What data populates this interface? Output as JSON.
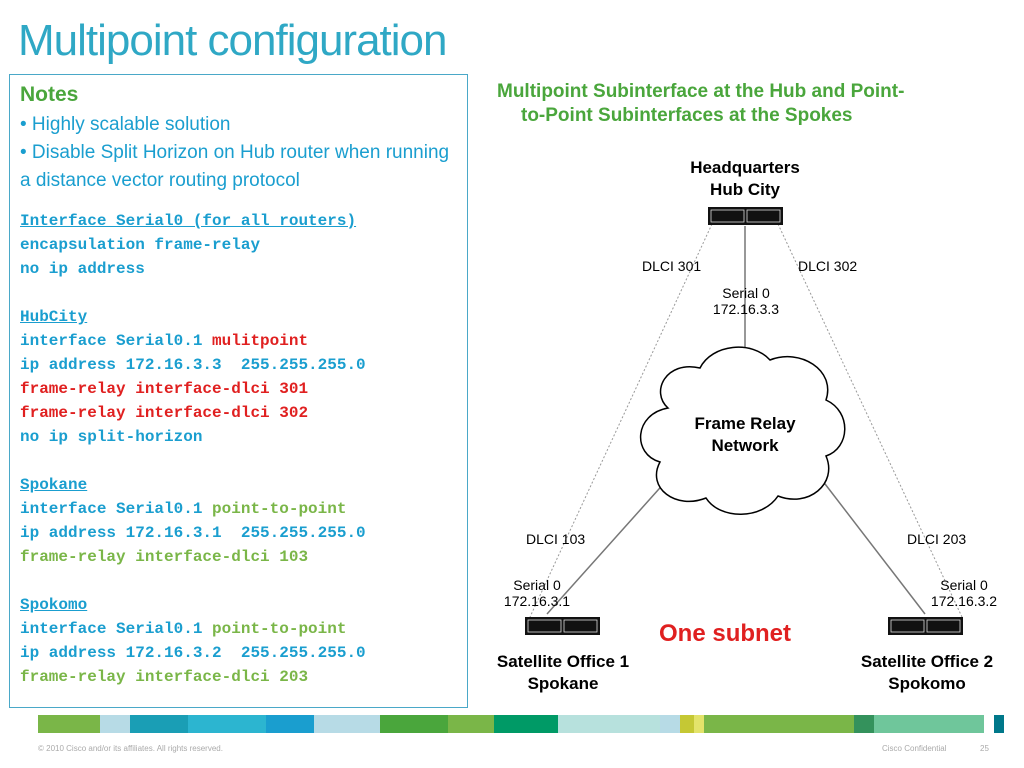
{
  "title": "Multipoint configuration",
  "notes": {
    "heading": "Notes",
    "bullet1": "• Highly scalable solution",
    "bullet2": "• Disable Split Horizon on Hub router when running a distance vector routing protocol"
  },
  "code": {
    "all_header": "Interface Serial0 (for all routers)",
    "all_1": "encapsulation frame-relay",
    "all_2": "no ip address",
    "hub_header": "HubCity",
    "hub_1a": "interface Serial0.1 ",
    "hub_1b": "mulitpoint",
    "hub_2": "ip address 172.16.3.3  255.255.255.0",
    "hub_3": "frame-relay interface-dlci 301",
    "hub_4": "frame-relay interface-dlci 302",
    "hub_5": "no ip split-horizon",
    "spokane_header": "Spokane",
    "spokane_1a": "interface Serial0.1 ",
    "spokane_1b": "point-to-point",
    "spokane_2": "ip address 172.16.3.1  255.255.255.0",
    "spokane_3": "frame-relay interface-dlci 103",
    "spokomo_header": "Spokomo",
    "spokomo_1a": "interface Serial0.1 ",
    "spokomo_1b": "point-to-point",
    "spokomo_2": "ip address 172.16.3.2  255.255.255.0",
    "spokomo_3": "frame-relay interface-dlci 203"
  },
  "diagram": {
    "title_line1": "Multipoint Subinterface at the Hub and Point-",
    "title_line2": "to-Point Subinterfaces at the Spokes",
    "hq_line1": "Headquarters",
    "hq_line2": "Hub City",
    "dlci_301": "DLCI 301",
    "dlci_302": "DLCI 302",
    "hub_serial": "Serial 0",
    "hub_ip": "172.16.3.3",
    "cloud_line1": "Frame Relay",
    "cloud_line2": "Network",
    "dlci_103": "DLCI 103",
    "dlci_203": "DLCI 203",
    "sat1_serial": "Serial 0",
    "sat1_ip": "172.16.3.1",
    "sat2_serial": "Serial 0",
    "sat2_ip": "172.16.3.2",
    "sat1_line1": "Satellite Office 1",
    "sat1_line2": "Spokane",
    "sat2_line1": "Satellite Office 2",
    "sat2_line2": "Spokomo",
    "subnet_label": "One subnet"
  },
  "footer": {
    "copyright": "© 2010 Cisco and/or its affiliates. All rights reserved.",
    "confidential": "Cisco Confidential",
    "page": "25"
  },
  "colors": {
    "title": "#2fa8c5",
    "code_blue": "#1a9ecf",
    "code_red": "#e02020",
    "code_green": "#7ab648",
    "heading_green": "#4aa63c"
  }
}
